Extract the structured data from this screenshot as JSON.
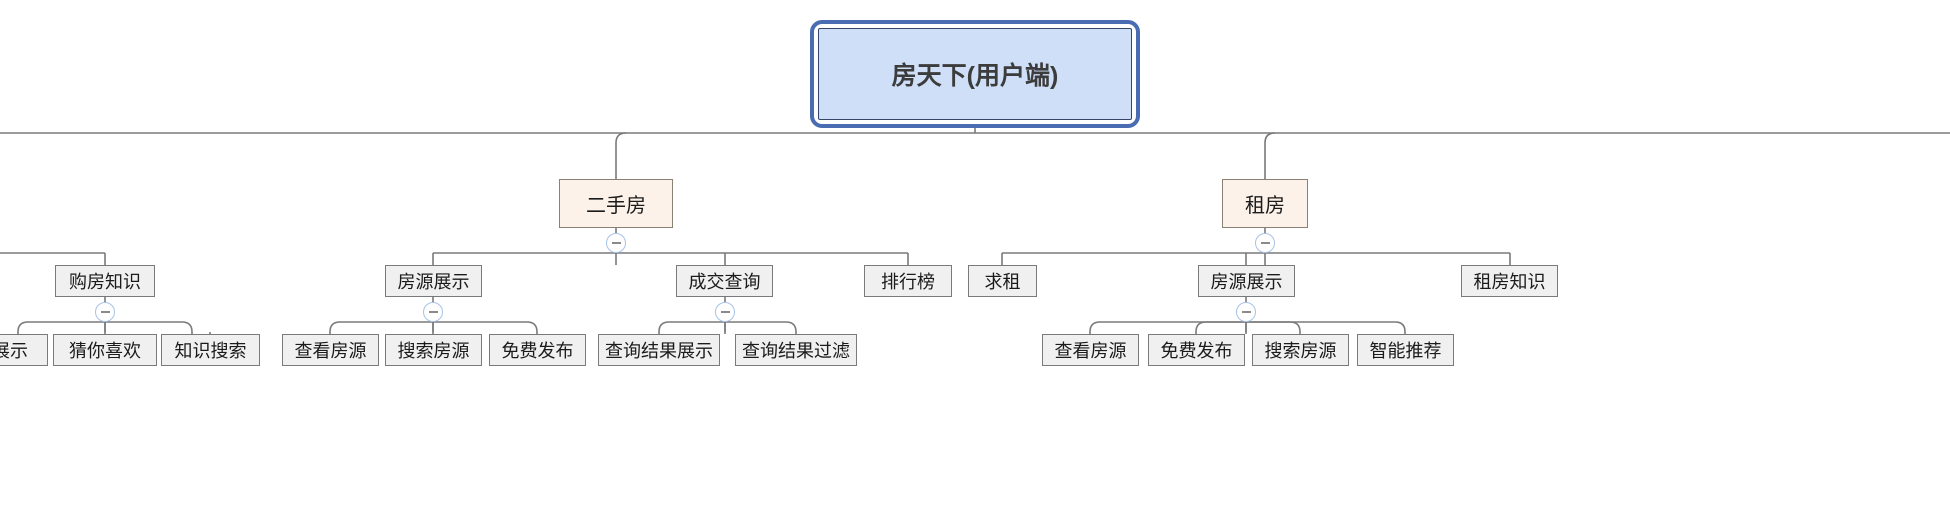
{
  "diagram": {
    "type": "mindmap-tree",
    "orientation": "top-down",
    "title": "房天下(用户端)",
    "colors": {
      "root_fill": "#cfdff7",
      "root_border": "#36466b",
      "root_selection": "#4a6cb3",
      "level2_fill": "#fdf2e9",
      "level2_border": "#8a8175",
      "node_fill": "#f0f0f0",
      "node_border": "#7a7a7a",
      "edge": "#7a7a7a",
      "toggle_border": "#a8c2e8",
      "toggle_minus": "#8a8a8a"
    },
    "root": {
      "label": "房天下(用户端)"
    },
    "branches": [
      {
        "label": "二手房",
        "toggle": "collapse-minus-icon",
        "children": [
          {
            "label": "房源展示",
            "toggle": "collapse-minus-icon",
            "children": [
              {
                "label": "查看房源"
              },
              {
                "label": "搜索房源"
              },
              {
                "label": "免费发布"
              }
            ]
          },
          {
            "label": "成交查询",
            "toggle": "collapse-minus-icon",
            "children": [
              {
                "label": "查询结果展示"
              },
              {
                "label": "查询结果过滤"
              }
            ]
          },
          {
            "label": "排行榜",
            "children": []
          }
        ]
      },
      {
        "label": "租房",
        "toggle": "collapse-minus-icon",
        "children": [
          {
            "label": "求租",
            "children": []
          },
          {
            "label": "房源展示",
            "toggle": "collapse-minus-icon",
            "children": [
              {
                "label": "查看房源"
              },
              {
                "label": "免费发布"
              },
              {
                "label": "搜索房源"
              },
              {
                "label": "智能推荐"
              }
            ]
          },
          {
            "label": "租房知识",
            "children": []
          }
        ]
      }
    ],
    "offscreen_left_branch": {
      "note": "partially visible at left edge, clipped by viewport",
      "children": [
        {
          "label": "购房知识",
          "toggle": "collapse-minus-icon",
          "children": [
            {
              "label": "展示"
            },
            {
              "label": "猜你喜欢"
            },
            {
              "label": "知识搜索"
            }
          ]
        }
      ]
    }
  }
}
